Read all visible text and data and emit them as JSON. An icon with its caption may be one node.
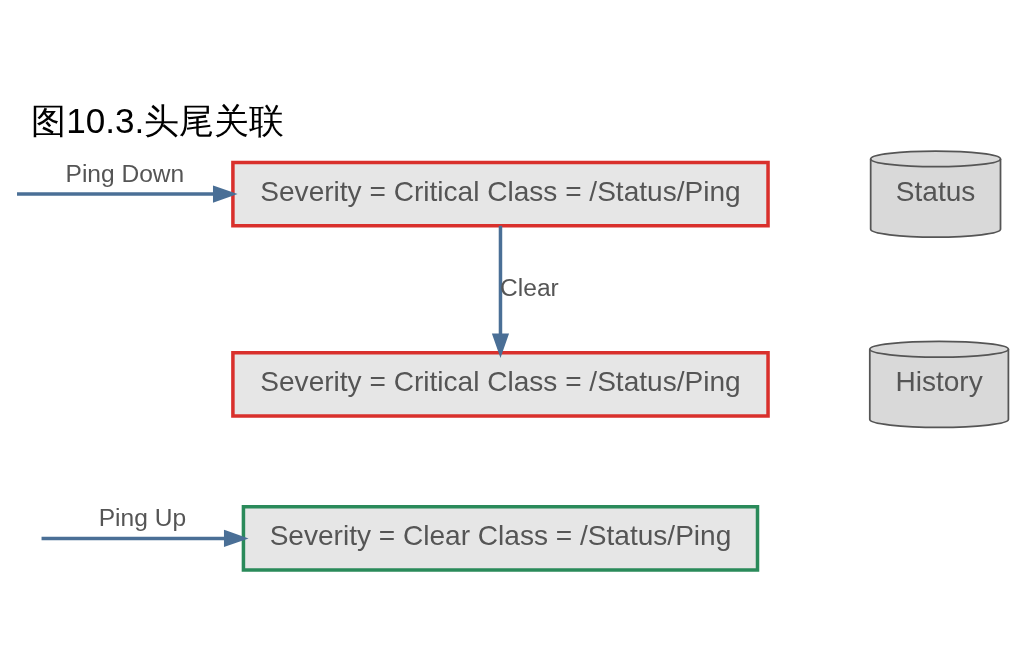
{
  "diagram": {
    "title": "图10.3.头尾关联",
    "nodes": [
      {
        "text": [
          "Severity = Critical Class = /Status/Ping"
        ]
      },
      {
        "text": [
          "Status"
        ]
      },
      {
        "text": [
          "Severity = Critical Class = /Status/Ping"
        ]
      },
      {
        "text": [
          "Severity = Clear Class = /Status/Ping"
        ]
      },
      {
        "text": [
          "History"
        ]
      }
    ],
    "edges": [
      {
        "from": null,
        "to": 0,
        "arrow": "to",
        "label": "Ping Down"
      },
      {
        "from": 0,
        "to": 2,
        "arrow": "to",
        "label": "Clear"
      },
      {
        "from": null,
        "to": 3,
        "arrow": "to",
        "label": "Ping Up"
      }
    ]
  }
}
